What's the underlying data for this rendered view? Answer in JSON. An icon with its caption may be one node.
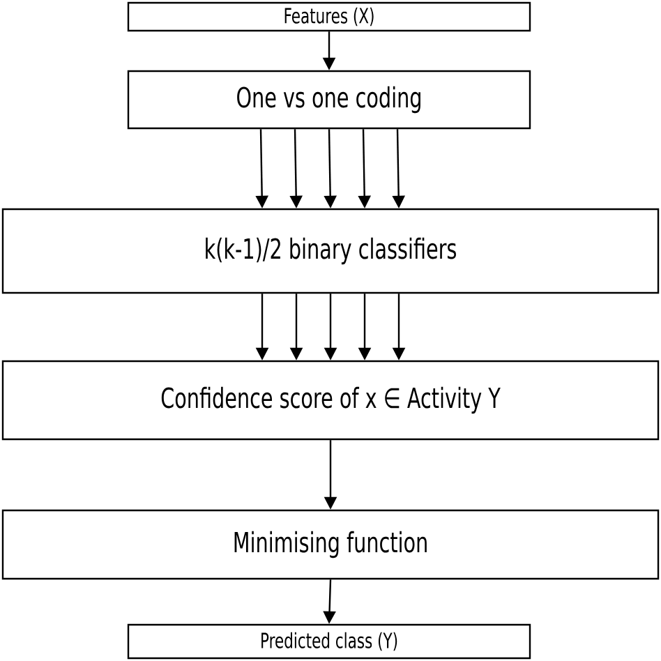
{
  "diagram": {
    "nodes": [
      {
        "text": [
          "Features (X)"
        ]
      },
      {
        "text": [
          "One vs one coding"
        ]
      },
      {
        "text": [
          "k(k-1)/2 binary classifiers"
        ]
      },
      {
        "text": [
          "Confidence score of x ∈ Activity Y"
        ]
      },
      {
        "text": [
          "Minimising function"
        ]
      },
      {
        "text": [
          "Predicted class (Y)"
        ]
      }
    ],
    "edges": [
      {
        "from": 0,
        "to": 1,
        "arrow": "to"
      },
      {
        "from": 1,
        "to": 2,
        "arrow": "to"
      },
      {
        "from": 1,
        "to": 2,
        "arrow": "to"
      },
      {
        "from": 1,
        "to": 2,
        "arrow": "to"
      },
      {
        "from": 1,
        "to": 2,
        "arrow": "to"
      },
      {
        "from": 1,
        "to": 2,
        "arrow": "to"
      },
      {
        "from": 2,
        "to": 3,
        "arrow": "to"
      },
      {
        "from": 2,
        "to": 3,
        "arrow": "to"
      },
      {
        "from": 2,
        "to": 3,
        "arrow": "to"
      },
      {
        "from": 2,
        "to": 3,
        "arrow": "to"
      },
      {
        "from": 2,
        "to": 3,
        "arrow": "to"
      },
      {
        "from": 3,
        "to": 4,
        "arrow": "to"
      },
      {
        "from": 4,
        "to": 5,
        "arrow": "to"
      }
    ]
  }
}
